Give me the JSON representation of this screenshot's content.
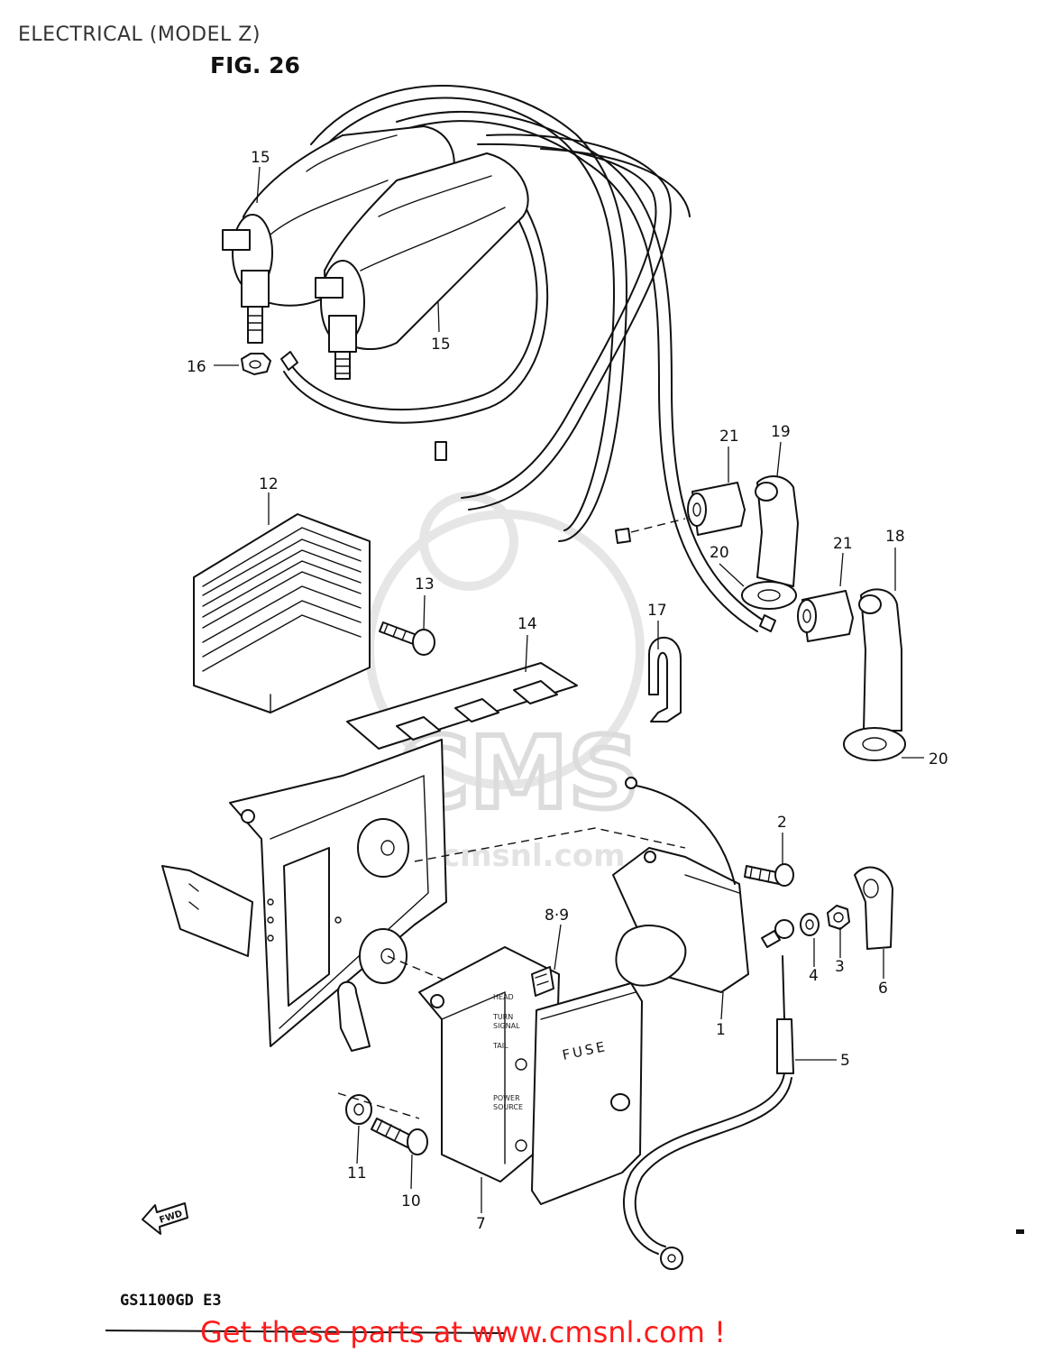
{
  "header": {
    "title": "ELECTRICAL (MODEL Z)",
    "figure": "FIG. 26"
  },
  "footer": {
    "model_code": "GS1100GD E3",
    "promo": "Get these parts at www.cmsnl.com !"
  },
  "watermark": {
    "brand": "CMS",
    "url": "www.cmsnl.com"
  },
  "part_labels": {
    "fuse_cover": "FUSE",
    "fwd_arrow": "FWD",
    "fuse_box_text": [
      "HEAD",
      "TURN",
      "SIGNAL",
      "TAIL",
      "POWER",
      "SOURCE"
    ]
  },
  "callouts": [
    {
      "id": "c15a",
      "label": "15"
    },
    {
      "id": "c15b",
      "label": "15"
    },
    {
      "id": "c16",
      "label": "16"
    },
    {
      "id": "c21a",
      "label": "21"
    },
    {
      "id": "c19",
      "label": "19"
    },
    {
      "id": "c20a",
      "label": "20"
    },
    {
      "id": "c21b",
      "label": "21"
    },
    {
      "id": "c18",
      "label": "18"
    },
    {
      "id": "c20b",
      "label": "20"
    },
    {
      "id": "c12",
      "label": "12"
    },
    {
      "id": "c13",
      "label": "13"
    },
    {
      "id": "c14",
      "label": "14"
    },
    {
      "id": "c17",
      "label": "17"
    },
    {
      "id": "c2",
      "label": "2"
    },
    {
      "id": "c89",
      "label": "8·9"
    },
    {
      "id": "c4",
      "label": "4"
    },
    {
      "id": "c3",
      "label": "3"
    },
    {
      "id": "c6",
      "label": "6"
    },
    {
      "id": "c1",
      "label": "1"
    },
    {
      "id": "c5",
      "label": "5"
    },
    {
      "id": "c11",
      "label": "11"
    },
    {
      "id": "c10",
      "label": "10"
    },
    {
      "id": "c7",
      "label": "7"
    }
  ]
}
